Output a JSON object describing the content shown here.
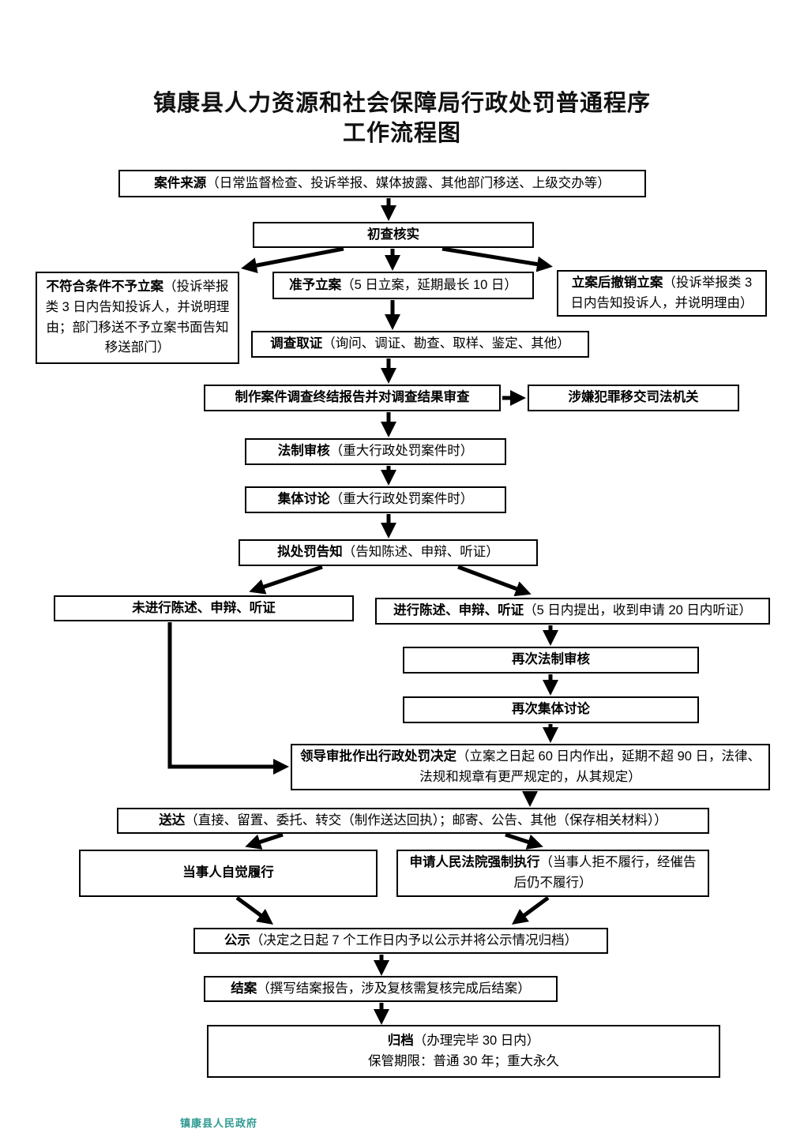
{
  "title": {
    "line1": "镇康县人力资源和社会保障局行政处罚普通程序",
    "line2": "工作流程图"
  },
  "nodes": {
    "case_source": {
      "label": "案件来源",
      "detail": "（日常监督检查、投诉举报、媒体披露、其他部门移送、上级交办等）"
    },
    "initial_check": {
      "label": "初查核实",
      "detail": ""
    },
    "no_case": {
      "label": "不符合条件不予立案",
      "detail": "（投诉举报类 3 日内告知投诉人，并说明理由；部门移送不予立案书面告知移送部门）"
    },
    "approve_case": {
      "label": "准予立案",
      "detail": "（5 日立案，延期最长 10 日）"
    },
    "withdraw_case": {
      "label": "立案后撤销立案",
      "detail": "（投诉举报类 3 日内告知投诉人，并说明理由）"
    },
    "investigation": {
      "label": "调查取证",
      "detail": "（询问、调证、勘查、取样、鉴定、其他）"
    },
    "final_report": {
      "label": "制作案件调查终结报告并对调查结果审查",
      "detail": ""
    },
    "judicial_transfer": {
      "label": "涉嫌犯罪移交司法机关",
      "detail": ""
    },
    "legal_review": {
      "label": "法制审核",
      "detail": "（重大行政处罚案件时）"
    },
    "collective_discussion": {
      "label": "集体讨论",
      "detail": "（重大行政处罚案件时）"
    },
    "penalty_notice": {
      "label": "拟处罚告知",
      "detail": "（告知陈述、申辩、听证）"
    },
    "no_statement": {
      "label": "未进行陈述、申辩、听证",
      "detail": ""
    },
    "statement": {
      "label": "进行陈述、申辩、听证",
      "detail": "（5 日内提出，收到申请 20 日内听证）"
    },
    "second_legal_review": {
      "label": "再次法制审核",
      "detail": ""
    },
    "second_collective_discussion": {
      "label": "再次集体讨论",
      "detail": ""
    },
    "leader_approval": {
      "label": "领导审批作出行政处罚决定",
      "detail": "（立案之日起 60 日内作出，延期不超 90 日，法律、法规和规章有更严规定的，从其规定）"
    },
    "delivery": {
      "label": "送达",
      "detail": "（直接、留置、委托、转交（制作送达回执）；邮寄、公告、其他（保存相关材料））"
    },
    "voluntary_performance": {
      "label": "当事人自觉履行",
      "detail": ""
    },
    "court_enforcement": {
      "label": "申请人民法院强制执行",
      "detail": "（当事人拒不履行，经催告后仍不履行）"
    },
    "publicity": {
      "label": "公示",
      "detail": "（决定之日起 7 个工作日内予以公示并将公示情况归档）"
    },
    "case_closing": {
      "label": "结案",
      "detail": "（撰写结案报告，涉及复核需复核完成后结案）"
    },
    "archive": {
      "label": "归档",
      "detail": "（办理完毕 30 日内）",
      "line2": "保管期限：普通 30 年；重大永久"
    }
  },
  "watermark": {
    "text": "镇康县人民政府"
  }
}
